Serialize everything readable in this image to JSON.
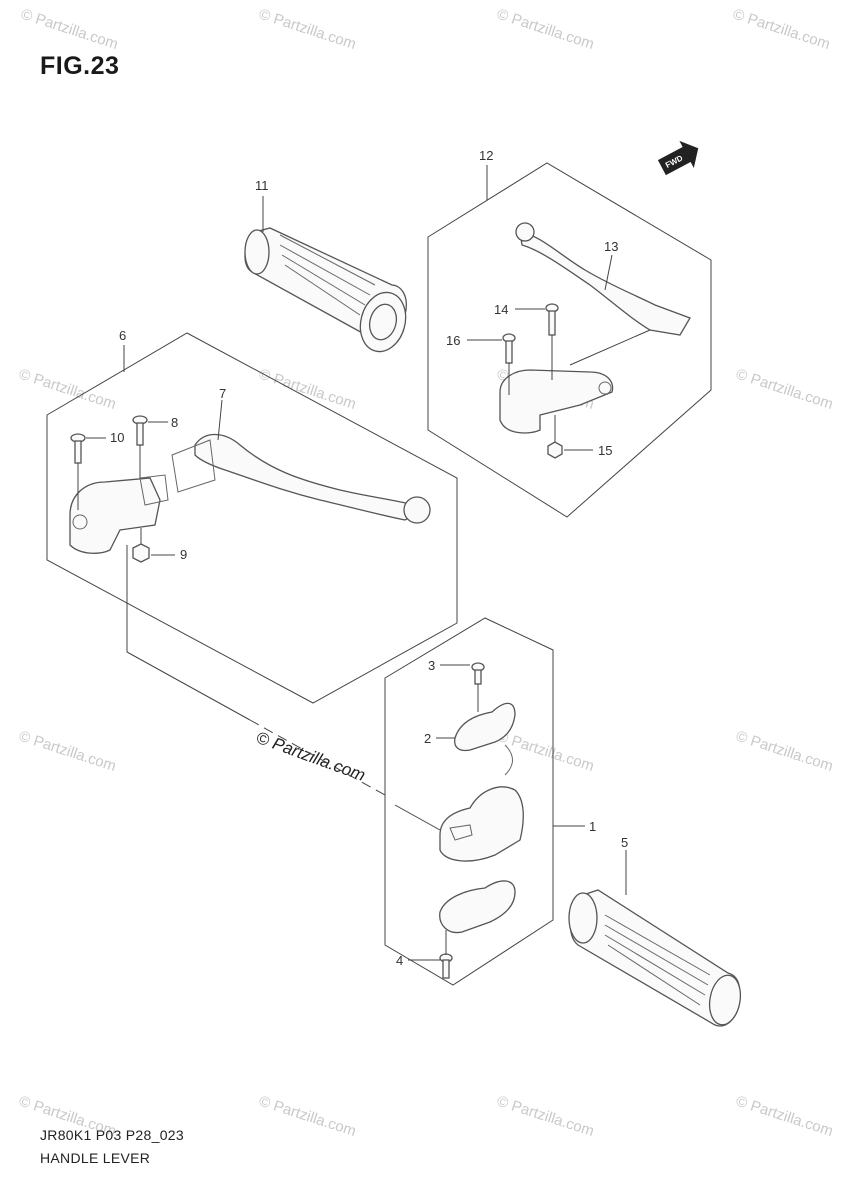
{
  "figure_title": "FIG.23",
  "footer": {
    "code": "JR80K1 P03 P28_023",
    "name": "HANDLE LEVER"
  },
  "fwd_label": "FWD",
  "watermark": {
    "small": "© Partzilla.com",
    "main": "© Partzilla.com"
  },
  "parts": {
    "p1": "1",
    "p2": "2",
    "p3": "3",
    "p4": "4",
    "p5": "5",
    "p6": "6",
    "p7": "7",
    "p8": "8",
    "p9": "9",
    "p10": "10",
    "p11": "11",
    "p12": "12",
    "p13": "13",
    "p14": "14",
    "p15": "15",
    "p16": "16"
  }
}
